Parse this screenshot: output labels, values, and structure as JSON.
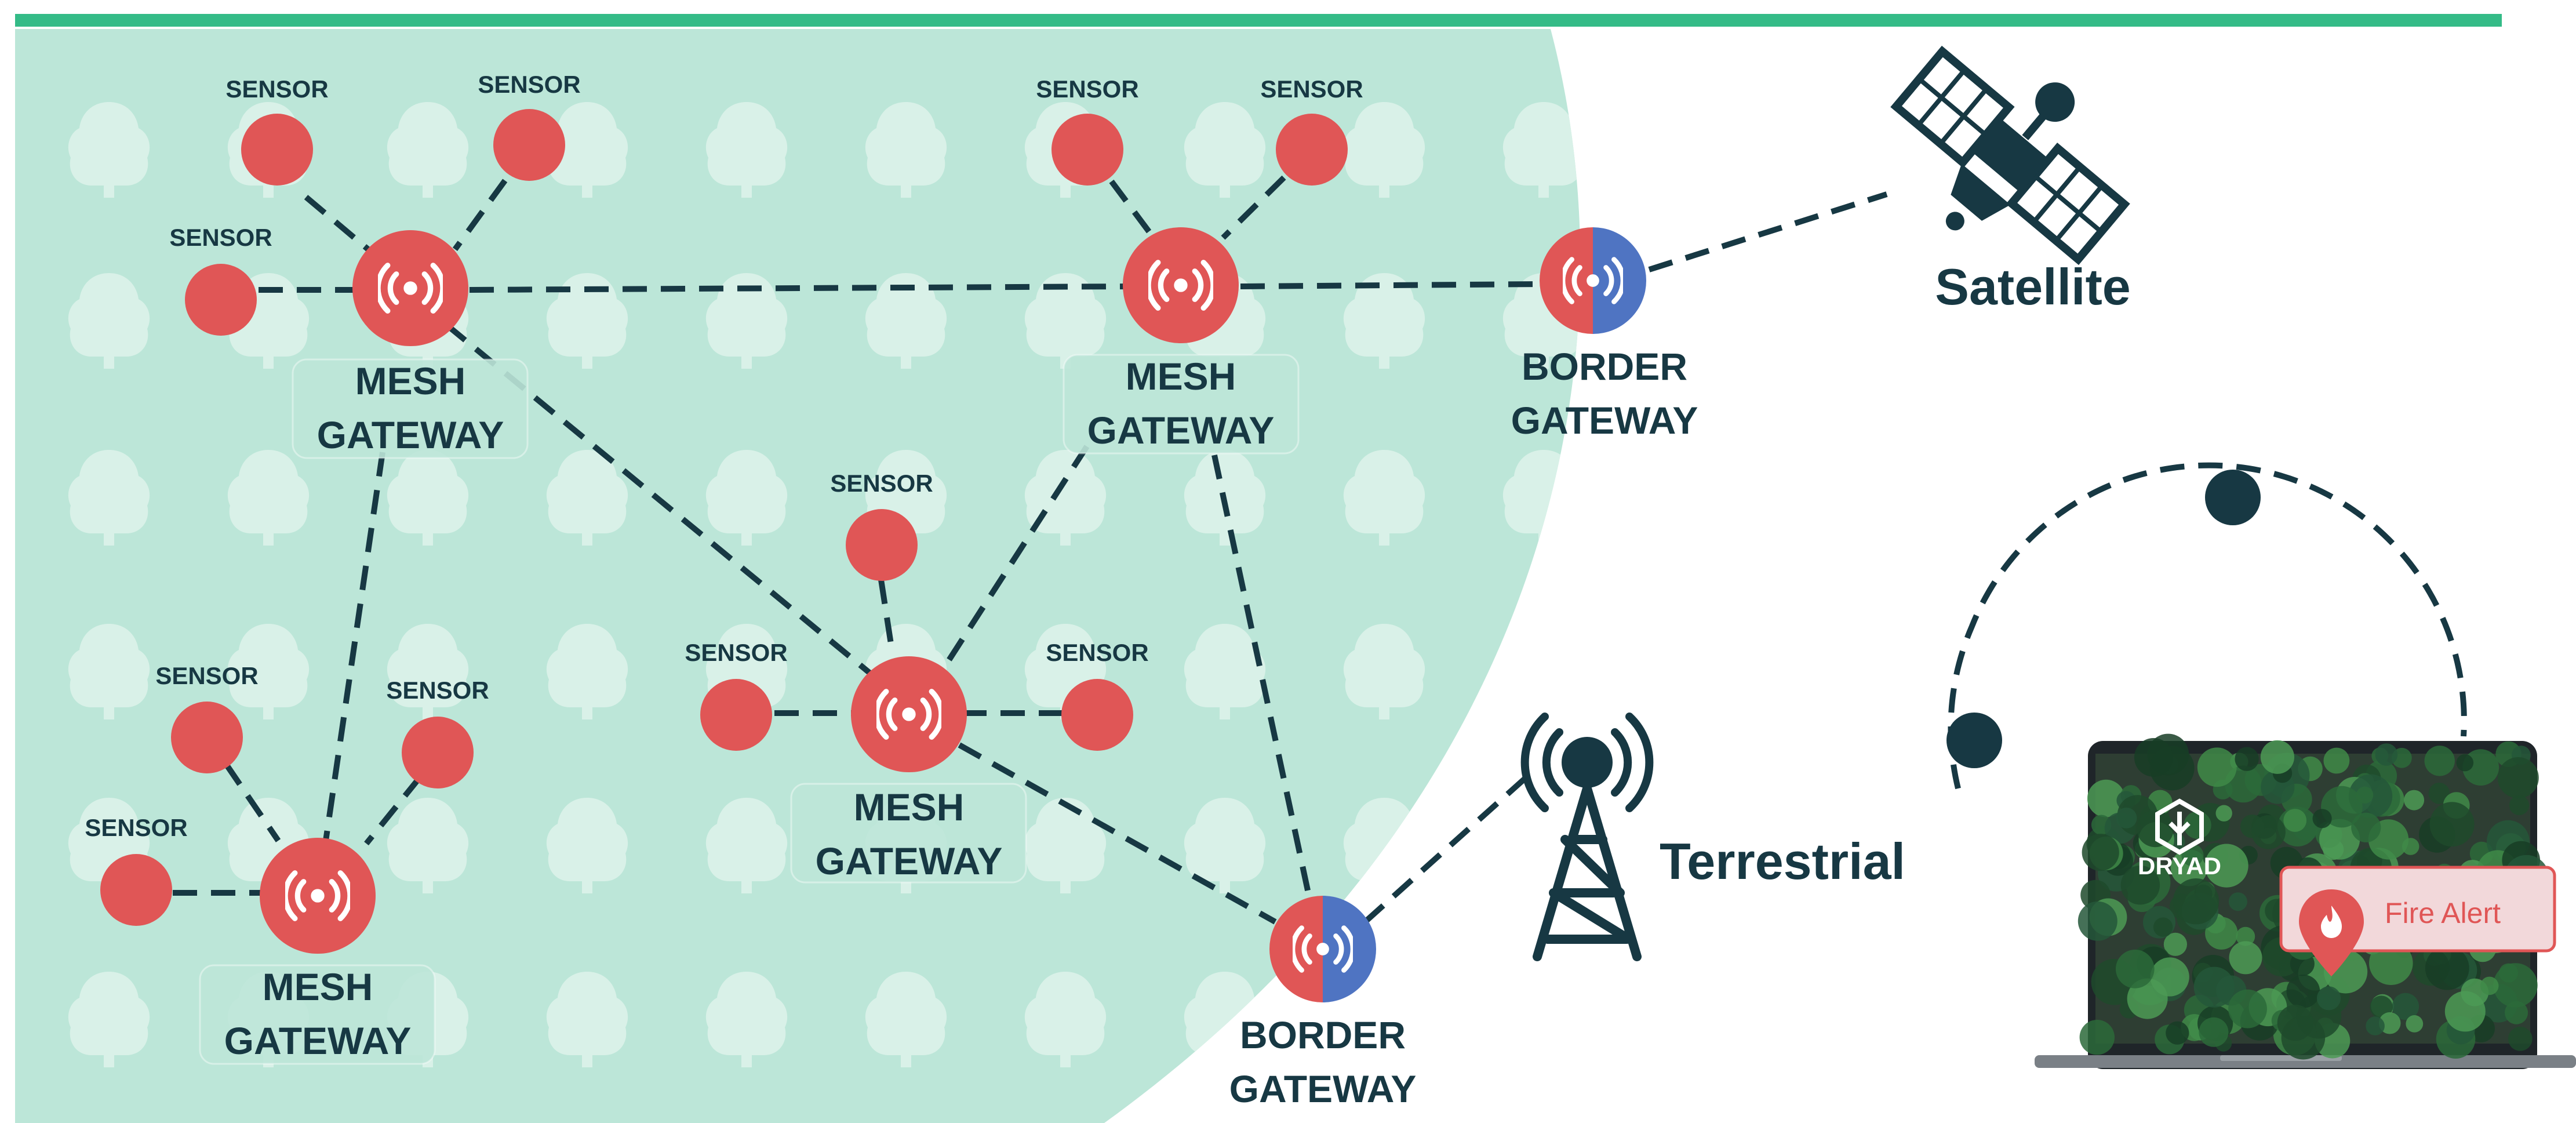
{
  "colors": {
    "forest": "#bce6d8",
    "tree": "#d9f1e8",
    "sensor": "#e05656",
    "border_half": "#4f74c2",
    "dark": "#173843",
    "accent_bar": "#34bb87",
    "alert_bg": "#f2d8da",
    "alert_text": "#e05656"
  },
  "labels": {
    "sensor": "SENSOR",
    "mesh_line1": "MESH",
    "mesh_line2": "GATEWAY",
    "border_line1": "BORDER",
    "border_line2": "GATEWAY"
  },
  "uplinks": {
    "satellite": "Satellite",
    "terrestrial": "Terrestrial"
  },
  "laptop": {
    "brand": "DRYAD",
    "alert": "Fire Alert",
    "alert_icon": "fire-icon"
  },
  "icons": {
    "satellite": "satellite-icon",
    "tower": "radio-tower-icon",
    "gateway": "broadcast-icon",
    "laptop": "laptop-icon",
    "logo": "tree-logo-icon"
  }
}
